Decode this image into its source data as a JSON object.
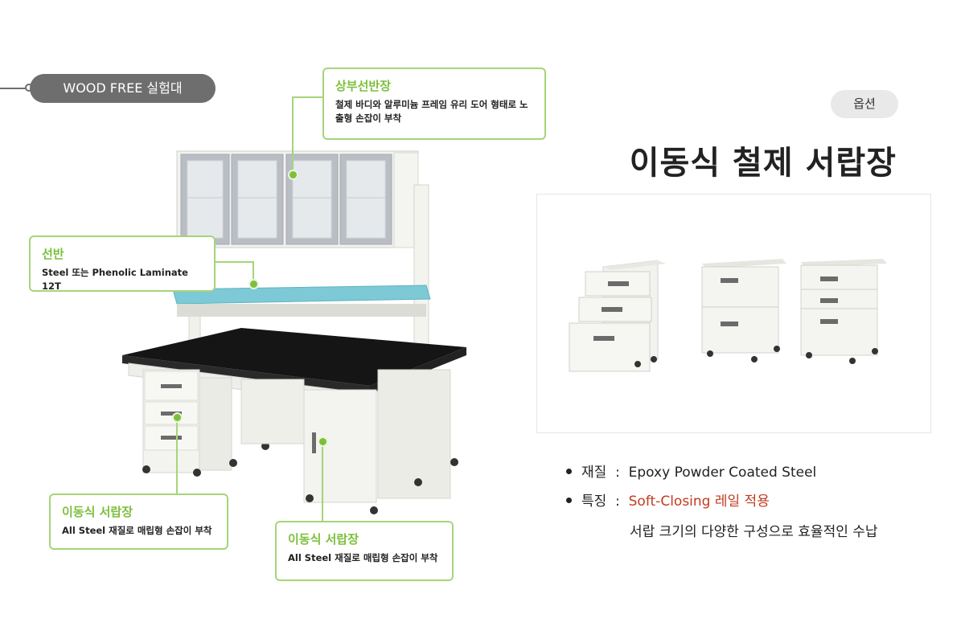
{
  "tag": {
    "label": "WOOD FREE 실험대"
  },
  "callouts": {
    "upper_cabinet": {
      "title": "상부선반장",
      "desc": "철제 바디와 알루미늄 프레임 유리 도어 형태로 노출형 손잡이 부착"
    },
    "shelf": {
      "title": "선반",
      "desc": "Steel 또는 Phenolic Laminate 12T"
    },
    "drawer_left": {
      "title": "이동식 서랍장",
      "desc": "All Steel 재질로 매립형 손잡이 부착"
    },
    "drawer_right": {
      "title": "이동식 서랍장",
      "desc": "All Steel 재질로 매립형 손잡이 부착"
    }
  },
  "option": {
    "label": "옵션"
  },
  "product": {
    "title": "이동식 철제 서랍장"
  },
  "specs": {
    "material_label": "재질",
    "sep": ":",
    "material_value": "Epoxy Powder Coated Steel",
    "feature_label": "특징",
    "feature_highlight": "Soft-Closing",
    "feature_value": "레일 적용",
    "feature_extra": "서랍 크기의 다양한 구성으로 효율적인 수납"
  },
  "colors": {
    "accent_green": "#7cbf3c",
    "callout_border": "#a6d47a",
    "highlight_red": "#c23b1e",
    "tag_gray": "#6e6e6e"
  },
  "icons": [
    "lab-bench-illustration",
    "mobile-drawer-cabinet-illustration"
  ]
}
